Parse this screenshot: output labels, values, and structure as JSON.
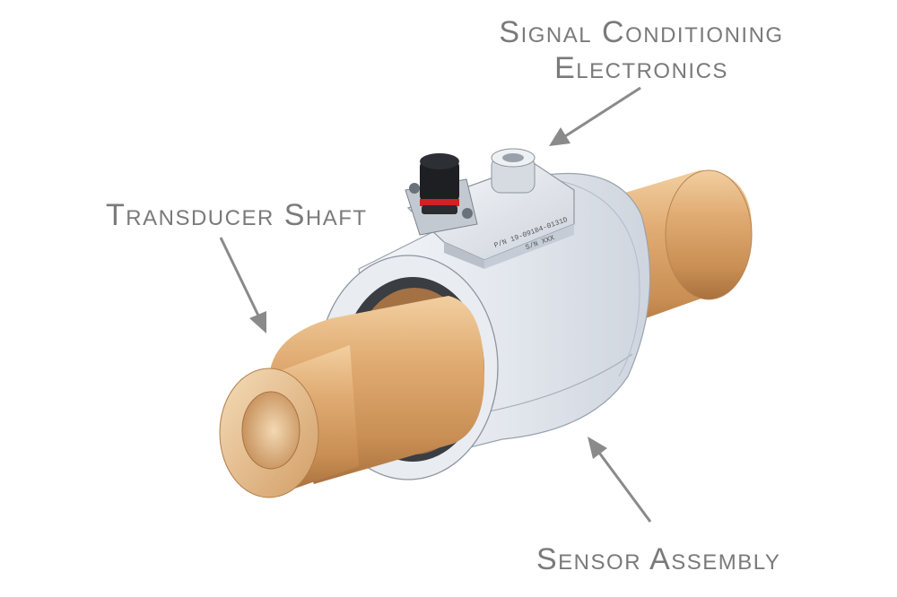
{
  "labels": {
    "signal_line1": "Signal Conditioning",
    "signal_line2": "Electronics",
    "shaft": "Transducer Shaft",
    "sensor": "Sensor Assembly"
  },
  "plate_text": {
    "line1": "P/N 19-09184-0131D",
    "line2": "S/N XXX"
  },
  "colors": {
    "label_text": "#7a7a7a",
    "arrow": "#8a8a8a",
    "shaft_copper": "#d9a66f",
    "housing": "#e4e8ee",
    "connector_red": "#d42020"
  }
}
